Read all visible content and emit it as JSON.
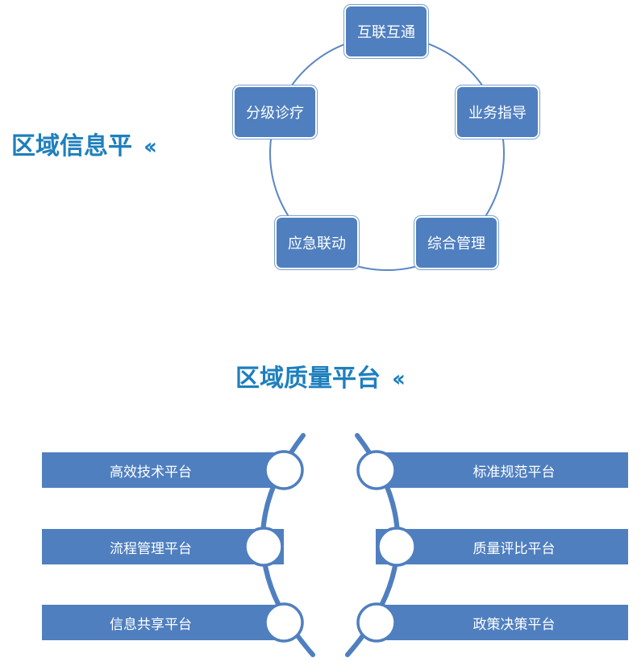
{
  "top_section": {
    "heading": "区域信息平",
    "chevron": "‹‹",
    "nodes": [
      "互联互通",
      "业务指导",
      "综合管理",
      "应急联动",
      "分级诊疗"
    ]
  },
  "bottom_section": {
    "heading": "区域质量平台",
    "chevron": "‹‹",
    "left_items": [
      "高效技术平台",
      "流程管理平台",
      "信息共享平台"
    ],
    "right_items": [
      "标准规范平台",
      "质量评比平台",
      "政策决策平台"
    ]
  },
  "colors": {
    "heading": "#1e7fbd",
    "box_fill": "#4f7fbf",
    "ring_line": "#5b86c4",
    "arc_line": "#4f7fbf"
  }
}
